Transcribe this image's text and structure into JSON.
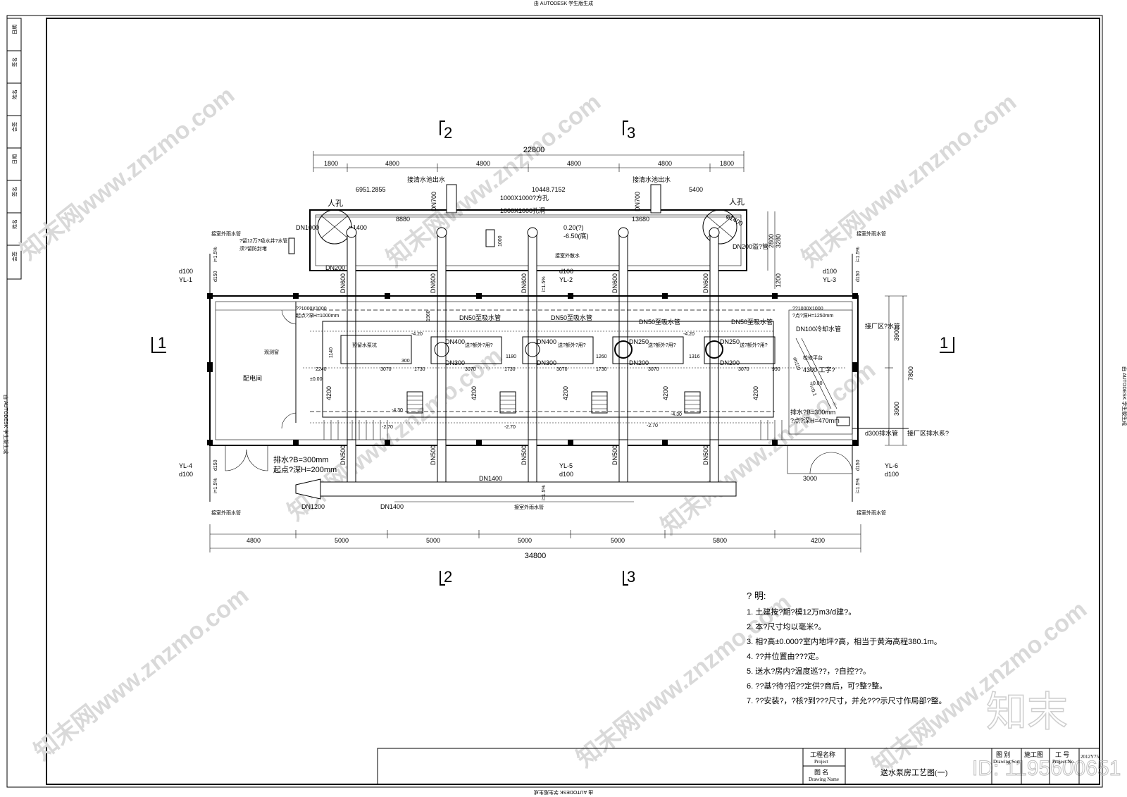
{
  "header_banner": "由 AUTODESK 学生版生成",
  "side_banner": "由 AUTODESK 学生版生成",
  "left_strip": [
    "日期",
    "签名",
    "姓名",
    "会签",
    "日期",
    "签名",
    "姓名",
    "会签"
  ],
  "sections": {
    "top_2": "2",
    "top_3": "3",
    "bottom_2": "2",
    "bottom_3": "3",
    "left_1": "1",
    "right_1": "1"
  },
  "top_dims": {
    "total": "22800",
    "segments": [
      "1800",
      "4800",
      "4800",
      "4800",
      "4800",
      "1800"
    ]
  },
  "top_notes": {
    "outlet_left": "接清水池出水",
    "outlet_right": "接清水池出水",
    "dim_a": "6951.2855",
    "dim_b": "10448.7152",
    "dim_c": "5400",
    "manhole_left": "人孔",
    "manhole_right": "人孔",
    "dim_d": "8880",
    "dim_e": "13680",
    "dn700a": "DN700",
    "dn700b": "DN700",
    "opening1": "1000X1000?方孔",
    "opening2": "1000X1000孔洞",
    "opening3": "1000",
    "level1": "0.20(?)",
    "level2": "-6.50(底)",
    "d1400a": "φ1400",
    "d1400b": "φ1400",
    "dn1000": "DN1000",
    "dn200": "DN200",
    "dn200b": "DN200溢?管",
    "overflow_note": "?留12万?吸水井?水管",
    "overflow_note2": "须?留防封堵",
    "drain_note": "接室外散水",
    "right_dims": [
      "2800",
      "3280"
    ],
    "gap_1200": "1200"
  },
  "rain_pipes": {
    "tl": "接室外雨水管",
    "tr": "接室外雨水管",
    "bl": "接室外雨水管",
    "br": "接室外雨水管",
    "yl1": "YL-1",
    "yl2": "YL-2",
    "yl3": "YL-3",
    "yl4": "YL-4",
    "yl5": "YL-5",
    "yl6": "YL-6",
    "d100": "d100",
    "slope": "i=1.5%",
    "d150": "d150"
  },
  "pump_room": {
    "trench_left": "??1000X1000",
    "trench_left2": "起点?深H=1000mm",
    "trench_right": "??1000X1000",
    "trench_right2": "?点?深H=1250mm",
    "dn50": "DN50至吸水管",
    "dn100": "DN100冷却水管",
    "dn600": "DN600",
    "dn400": "DN400",
    "dn300": "DN300",
    "dn250": "DN250",
    "dn200": "DN200",
    "dn500": "DN500",
    "dn1400": "DN1400",
    "dn1200": "DN1200",
    "el_420": "-4.20",
    "el_430": "-4.30",
    "el_270": "-2.70",
    "el_000": "±0.00",
    "dims_h": [
      "1140",
      "2240",
      "1180",
      "1260",
      "1316",
      "300",
      "3070",
      "1730",
      "990",
      "1960"
    ],
    "dim_4200": "4200",
    "distribution": "配电间",
    "corridor": "观测窗",
    "pump_label1": "预留水泵坑",
    "pump_label2": "送?额外?用?",
    "platform": "检修平台",
    "platform_el": "4300 工字?",
    "drain_b": "排水?B=300mm",
    "drain_h": "?点?深H=470mm",
    "drain_b2": "排水?B=300mm",
    "drain_h2": "起点?深H=200mm",
    "plant_water": "接厂区?水管",
    "plant_drain": "接厂区排水系?",
    "d300": "d300排水管",
    "slope_note": "i=0.1",
    "d110": "dn110",
    "dim_3900a": "3900",
    "dim_3900b": "3900",
    "dim_7800": "7800",
    "dim_3000": "3000",
    "drain_out": "接室外雨水管"
  },
  "bottom_dims": {
    "total": "34800",
    "segments": [
      "4800",
      "5000",
      "5000",
      "5000",
      "5000",
      "5800",
      "4200"
    ]
  },
  "notes": {
    "title": "? 明:",
    "items": [
      "1. 土建按?期?模12万m3/d建?。",
      "2. 本?尺寸均以毫米?。",
      "3. 相?高±0.000?室内地坪?高，相当于黄海高程380.1m。",
      "4. ??井位置由???定。",
      "5. 送水?房内?温度巡??，?自控??。",
      "6. ??基?待?招??定供?商后，可?整?整。",
      "7. ??安装?，?核?到???尺寸，并允???示尺寸作局部?整。"
    ]
  },
  "title_block": {
    "project_label": "工程名称",
    "project_en": "Project",
    "drawing_label": "图 名",
    "drawing_en": "Drawing Name",
    "drawing_title": "送水泵房工艺图(一)",
    "cat_label": "图 别",
    "cat_en": "Drawing Sort",
    "stage_label": "施工图",
    "no_label": "工 号",
    "no_en": "Project No.",
    "year": "2012Y75"
  },
  "watermarks": {
    "site": "知末网www.znzmo.com",
    "brand": "知末",
    "id": "ID: 1195600651"
  }
}
